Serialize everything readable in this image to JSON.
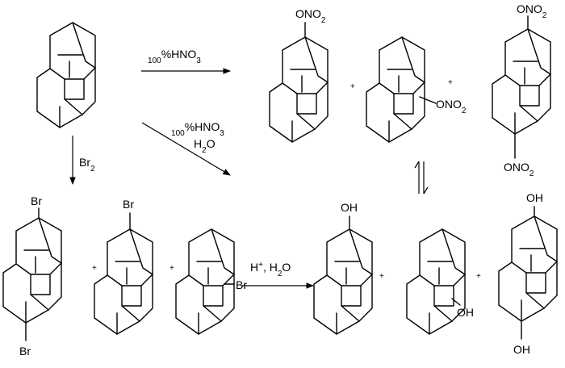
{
  "conditions": {
    "nitration_top": "100%HNO3",
    "nitration_diag": "100%HNO3",
    "water_diag": "H2O",
    "bromination": "Br2",
    "hydrolysis": "H+, H2O"
  },
  "plus_sign": "+",
  "substituents": {
    "nitrate": "ONO2",
    "bromo": "Br",
    "hydroxyl": "OH"
  },
  "molecules": [
    {
      "id": "start",
      "subs": []
    },
    {
      "id": "nitro-tert",
      "subs": [
        {
          "pos": "top",
          "label": "ONO2"
        }
      ]
    },
    {
      "id": "nitro-sec",
      "subs": [
        {
          "pos": "right",
          "label": "ONO2"
        }
      ]
    },
    {
      "id": "dinitro",
      "subs": [
        {
          "pos": "top",
          "label": "ONO2"
        },
        {
          "pos": "bottom",
          "label": "ONO2"
        }
      ]
    },
    {
      "id": "dibromo",
      "subs": [
        {
          "pos": "top",
          "label": "Br"
        },
        {
          "pos": "bottom",
          "label": "Br"
        }
      ]
    },
    {
      "id": "bromo-tert",
      "subs": [
        {
          "pos": "top",
          "label": "Br"
        }
      ]
    },
    {
      "id": "bromo-sec",
      "subs": [
        {
          "pos": "right",
          "label": "Br"
        }
      ]
    },
    {
      "id": "hydroxy-tert",
      "subs": [
        {
          "pos": "top",
          "label": "OH"
        }
      ]
    },
    {
      "id": "hydroxy-sec",
      "subs": [
        {
          "pos": "right",
          "label": "OH"
        }
      ]
    },
    {
      "id": "dihydroxy",
      "subs": [
        {
          "pos": "top",
          "label": "OH"
        },
        {
          "pos": "bottom",
          "label": "OH"
        }
      ]
    }
  ]
}
